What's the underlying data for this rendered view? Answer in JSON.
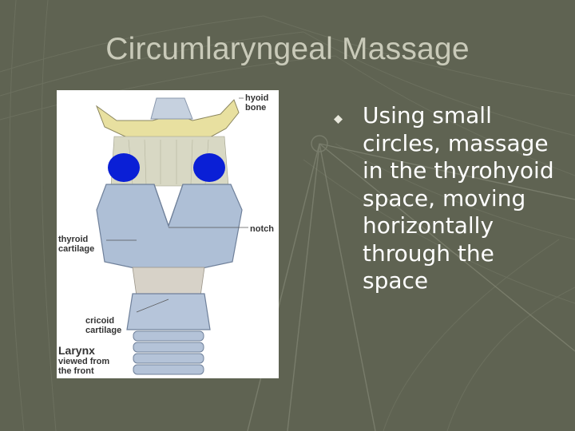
{
  "slide": {
    "title": "Circumlaryngeal Massage",
    "bullet": "Using small circles, massage in the thyrohyoid space, moving horizontally through the space"
  },
  "figure": {
    "labels": {
      "hyoid_bone_line1": "hyoid",
      "hyoid_bone_line2": "bone",
      "notch": "notch",
      "thyroid_line1": "thyroid",
      "thyroid_line2": "cartilage",
      "cricoid_line1": "cricoid",
      "cricoid_line2": "cartilage",
      "caption_line1": "Larynx",
      "caption_line2": "viewed from",
      "caption_line3": "the front"
    },
    "markers": {
      "color": "#0a1fd6",
      "count": 2
    }
  },
  "colors": {
    "background": "#5f6352",
    "title": "#c9cab9",
    "bullet_text": "#ffffff",
    "cartilage": "#aebfd6",
    "hyoid": "#e8e0a0"
  }
}
